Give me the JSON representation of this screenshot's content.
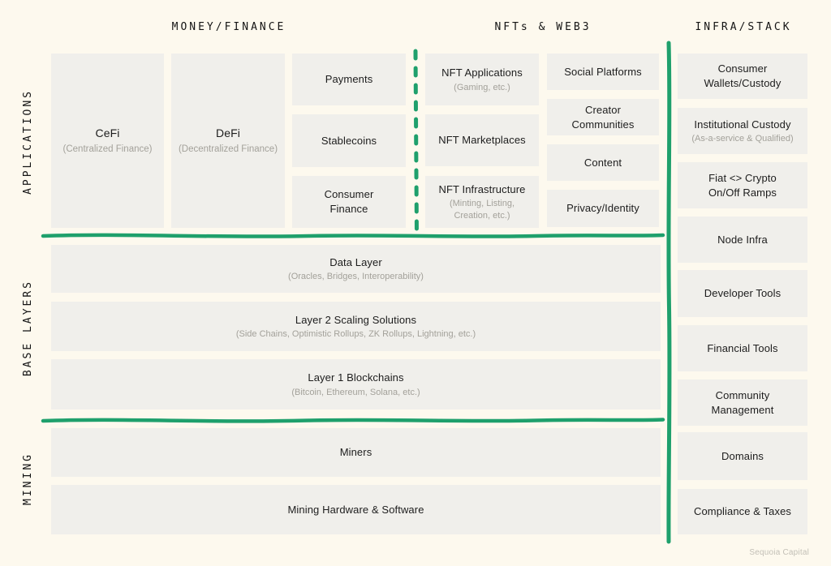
{
  "headers": {
    "money_finance": "MONEY/FINANCE",
    "nfts_web3": "NFTs & WEB3",
    "infra_stack": "INFRA/STACK"
  },
  "side_labels": {
    "applications": "APPLICATIONS",
    "base_layers": "BASE LAYERS",
    "mining": "MINING"
  },
  "applications": {
    "money_finance": {
      "cefi": {
        "title": "CeFi",
        "subtitle": "(Centralized Finance)"
      },
      "defi": {
        "title": "DeFi",
        "subtitle": "(Decentralized Finance)"
      },
      "stack": [
        {
          "title": "Payments"
        },
        {
          "title": "Stablecoins"
        },
        {
          "title": "Consumer\nFinance"
        }
      ]
    },
    "nfts": [
      {
        "title": "NFT Applications",
        "subtitle": "(Gaming, etc.)"
      },
      {
        "title": "NFT Marketplaces"
      },
      {
        "title": "NFT Infrastructure",
        "subtitle": "(Minting, Listing,\nCreation, etc.)"
      }
    ],
    "web3": [
      {
        "title": "Social Platforms"
      },
      {
        "title": "Creator\nCommunities"
      },
      {
        "title": "Content"
      },
      {
        "title": "Privacy/Identity"
      }
    ]
  },
  "base_layers": [
    {
      "title": "Data Layer",
      "subtitle": "(Oracles, Bridges, Interoperability)"
    },
    {
      "title": "Layer 2 Scaling Solutions",
      "subtitle": "(Side Chains, Optimistic Rollups, ZK Rollups, Lightning, etc.)"
    },
    {
      "title": "Layer 1 Blockchains",
      "subtitle": "(Bitcoin, Ethereum, Solana, etc.)"
    }
  ],
  "mining": [
    {
      "title": "Miners"
    },
    {
      "title": "Mining Hardware & Software"
    }
  ],
  "infra_stack": [
    {
      "title": "Consumer\nWallets/Custody"
    },
    {
      "title": "Institutional Custody",
      "subtitle": "(As-a-service & Qualified)"
    },
    {
      "title": "Fiat <> Crypto\nOn/Off Ramps"
    },
    {
      "title": "Node Infra"
    },
    {
      "title": "Developer Tools"
    },
    {
      "title": "Financial Tools"
    },
    {
      "title": "Community\nManagement"
    },
    {
      "title": "Domains"
    },
    {
      "title": "Compliance & Taxes"
    }
  ],
  "footer": "Sequoia Capital",
  "colors": {
    "background": "#FDF9EE",
    "box": "#F0EFEB",
    "text": "#1D1D1D",
    "muted_text": "#A3A19A",
    "green": "#1FA06C",
    "footer_text": "#C2BFB6"
  }
}
